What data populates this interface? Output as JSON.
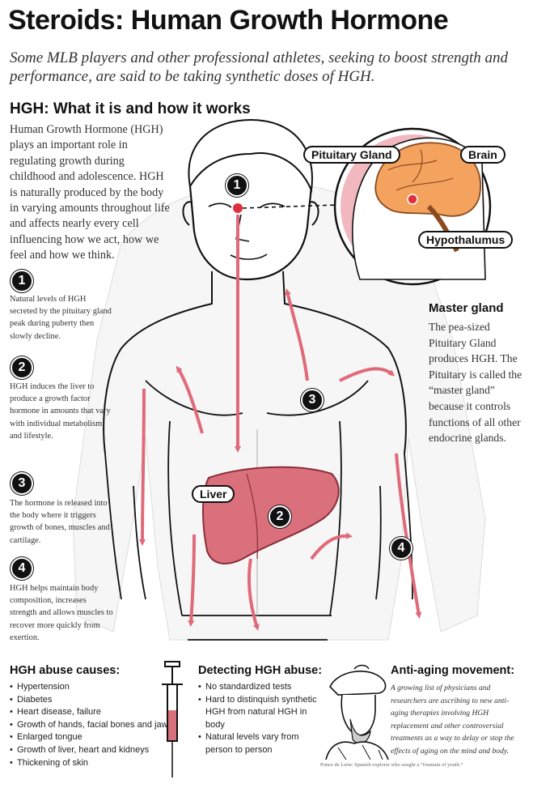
{
  "header": {
    "title": "Steroids: Human Growth Hormone",
    "subtitle": "Some MLB players and other professional athletes, seeking to boost strength and performance, are said to be taking synthetic doses of HGH."
  },
  "section": {
    "heading": "HGH: What it is and how it works",
    "intro": "Human Growth Hormone (HGH) plays an important role in regulating growth during childhood and adolescence. HGH is naturally produced by the body in varying amounts throughout life and affects nearly every cell influencing how we act, how we feel and how we think."
  },
  "steps": [
    {
      "number": "1",
      "text": "Natural levels of HGH secreted by the pituitary gland peak during puberty then slowly decline."
    },
    {
      "number": "2",
      "text": "HGH induces the liver to produce a growth factor hormone in amounts that vary with individual metabolism and lifestyle."
    },
    {
      "number": "3",
      "text": "The hormone is released into the body where it triggers growth of bones, muscles and cartilage."
    },
    {
      "number": "4",
      "text": "HGH helps maintain body composition, increases strength and allows muscles to recover more quickly from exertion."
    }
  ],
  "labels": {
    "pituitary": "Pituitary Gland",
    "brain": "Brain",
    "hypothalamus": "Hypothalumus",
    "liver": "Liver"
  },
  "master_gland": {
    "title": "Master gland",
    "text": "The pea-sized Pituitary Gland produces HGH. The Pituitary is called the “master gland” because it controls functions of all other endocrine glands."
  },
  "abuse": {
    "heading": "HGH abuse causes:",
    "items": [
      "Hypertension",
      "Diabetes",
      "Heart disease, failure",
      "Growth of hands, facial bones and jaw",
      "Enlarged tongue",
      "Growth of liver, heart and kidneys",
      "Thickening of skin"
    ]
  },
  "detecting": {
    "heading": "Detecting HGH abuse:",
    "items": [
      "No standardized tests",
      "Hard to distinquish synthetic HGH from natural HGH in body",
      "Natural levels vary from person to person"
    ]
  },
  "anti_aging": {
    "heading": "Anti-aging movement:",
    "text": "A growing list of physicians and researchers are ascribing to new anti-aging therapies involving HGH replacement and other controversial treatments as a way to delay or stop the effects of aging on the mind and body.",
    "caption": "Ponce de León: Spanish explorer who sought a “fountain of youth.”"
  },
  "colors": {
    "accent": "#e06a7a",
    "liver": "#d9707c",
    "dark": "#111111"
  }
}
